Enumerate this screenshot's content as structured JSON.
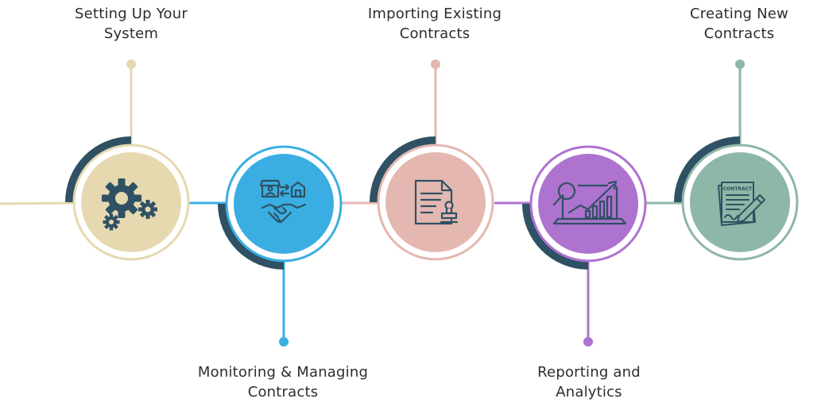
{
  "colors": {
    "dark": "#2f5163",
    "step1": "#e6d9b0",
    "step2": "#3aaee2",
    "step3": "#e4b8b0",
    "step4": "#ae72cf",
    "step5": "#8db7a6",
    "icon_dark": "#2f5163"
  },
  "steps": [
    {
      "id": "setup",
      "title_lines": [
        "Setting Up Your",
        "System"
      ],
      "position": "top",
      "icon": "gears-icon",
      "color": "#e6d9b0"
    },
    {
      "id": "monitoring",
      "title_lines": [
        "Monitoring & Managing",
        "Contracts"
      ],
      "position": "bottom",
      "icon": "handshake-stores-icon",
      "color": "#3aaee2"
    },
    {
      "id": "importing",
      "title_lines": [
        "Importing Existing",
        "Contracts"
      ],
      "position": "top",
      "icon": "document-stamp-icon",
      "color": "#e4b8b0"
    },
    {
      "id": "reporting",
      "title_lines": [
        "Reporting and",
        "Analytics"
      ],
      "position": "bottom",
      "icon": "laptop-analytics-icon",
      "color": "#ae72cf"
    },
    {
      "id": "creating",
      "title_lines": [
        "Creating New",
        "Contracts"
      ],
      "position": "top",
      "icon": "contract-signing-icon",
      "color": "#8db7a6"
    }
  ]
}
